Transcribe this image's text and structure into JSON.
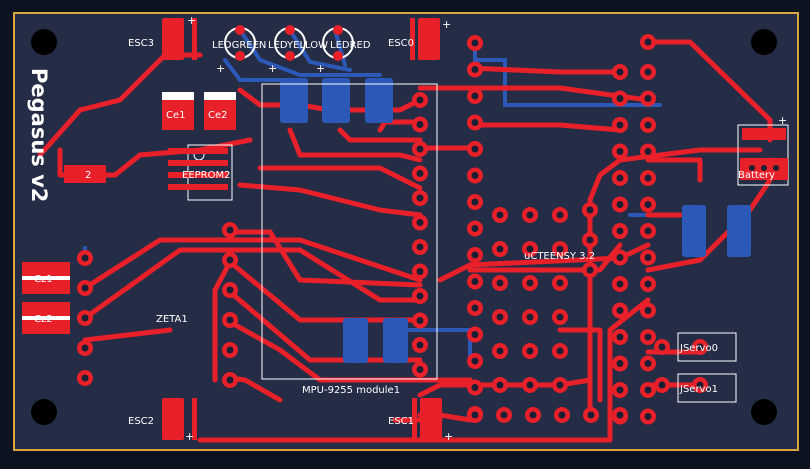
{
  "board": {
    "title": "Pegasus v2"
  },
  "colors": {
    "background": "#0d1220",
    "board": "#252c45",
    "outline": "#d8a640",
    "copper_top": "#e8202a",
    "copper_bottom": "#2c59b8",
    "silk": "#ffffff",
    "drill": "#1a1f33"
  },
  "labels": {
    "esc3": "ESC3",
    "esc0": "ESC0",
    "esc2": "ESC2",
    "esc1": "ESC1",
    "led_green": "LEDGREEN",
    "led_yellow": "LEDYELLOW",
    "led_red": "LEDRED",
    "ce1": "Ce1",
    "ce2": "Ce2",
    "eeprom": "EEPROM2",
    "cz1": "Cz1",
    "cz2": "Cz2",
    "zeta": "ZETA1",
    "teensy": "uCTEENSY 3.2",
    "mpu": "MPU-9255 module1",
    "battery": "Battery",
    "jservo0": "JServo0",
    "jservo1": "JServo1",
    "small_2": "2",
    "plus": "+"
  }
}
